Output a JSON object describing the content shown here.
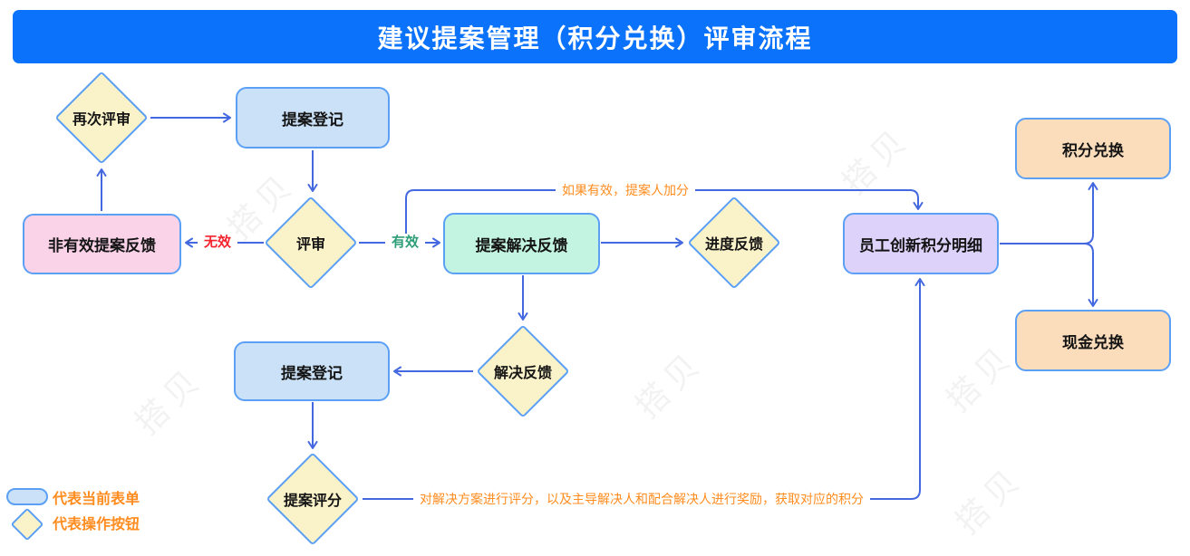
{
  "title": "建议提案管理（积分兑换）评审流程",
  "watermark": {
    "text": "搭贝"
  },
  "colors": {
    "header_bg": "#0b73fb",
    "header_text": "#ffffff",
    "line": "#4468e0",
    "node_border": "#5ba0f5",
    "fill_blue": "#cbe1f8",
    "fill_pink": "#fad3e9",
    "fill_teal": "#c3f4e2",
    "fill_purple": "#dcd2fa",
    "fill_orange": "#fbddbb",
    "fill_yellow": "#faf2c8",
    "label_red": "#f5222d",
    "label_green": "#2e9e77",
    "label_orange": "#ff8c1f"
  },
  "nodes": [
    {
      "id": "re-review",
      "shape": "diamond",
      "label": "再次评审"
    },
    {
      "id": "proposal-registration-top",
      "shape": "rect",
      "variant": "blue",
      "label": "提案登记"
    },
    {
      "id": "invalid-proposal-feedback",
      "shape": "rect",
      "variant": "pink",
      "label": "非有效提案反馈"
    },
    {
      "id": "review",
      "shape": "diamond",
      "label": "评审"
    },
    {
      "id": "proposal-resolution-feedback",
      "shape": "rect",
      "variant": "teal",
      "label": "提案解决反馈"
    },
    {
      "id": "progress-feedback",
      "shape": "diamond",
      "label": "进度反馈"
    },
    {
      "id": "employee-innovation-points-detail",
      "shape": "rect",
      "variant": "purple",
      "label": "员工创新积分明细"
    },
    {
      "id": "points-exchange",
      "shape": "rect",
      "variant": "orange",
      "label": "积分兑换"
    },
    {
      "id": "cash-exchange",
      "shape": "rect",
      "variant": "orange",
      "label": "现金兑换"
    },
    {
      "id": "proposal-registration-bottom",
      "shape": "rect",
      "variant": "blue",
      "label": "提案登记"
    },
    {
      "id": "resolution-feedback",
      "shape": "diamond",
      "label": "解决反馈"
    },
    {
      "id": "proposal-scoring",
      "shape": "diamond",
      "label": "提案评分"
    }
  ],
  "edge_labels": {
    "invalid": "无效",
    "valid": "有效",
    "add_points": "如果有效，提案人加分",
    "scoring_note": "对解决方案进行评分，以及主导解决人和配合解决人进行奖励，获取对应的积分"
  },
  "legend": {
    "form": "代表当前表单",
    "button": "代表操作按钮"
  }
}
